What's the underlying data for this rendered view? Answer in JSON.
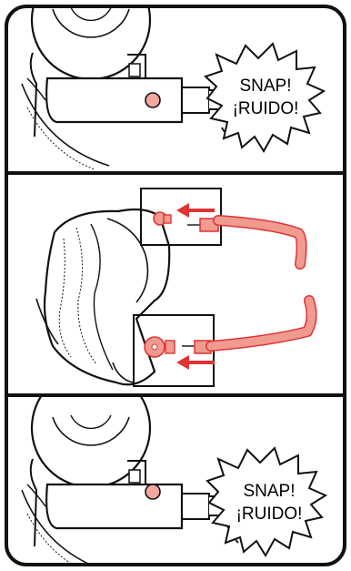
{
  "colors": {
    "line": "#111111",
    "accent_red": "#e03333",
    "tube_fill": "#f19a8f",
    "pin_fill": "#f4a6a0",
    "background": "#ffffff"
  },
  "panels": [
    {
      "name": "top-panel",
      "burst_text_line1": "SNAP!",
      "burst_text_line2": "¡RUIDO!"
    },
    {
      "name": "middle-panel"
    },
    {
      "name": "bottom-panel",
      "burst_text_line1": "SNAP!",
      "burst_text_line2": "¡RUIDO!"
    }
  ],
  "icons": [
    "arrow-left-icon",
    "burst-icon"
  ]
}
